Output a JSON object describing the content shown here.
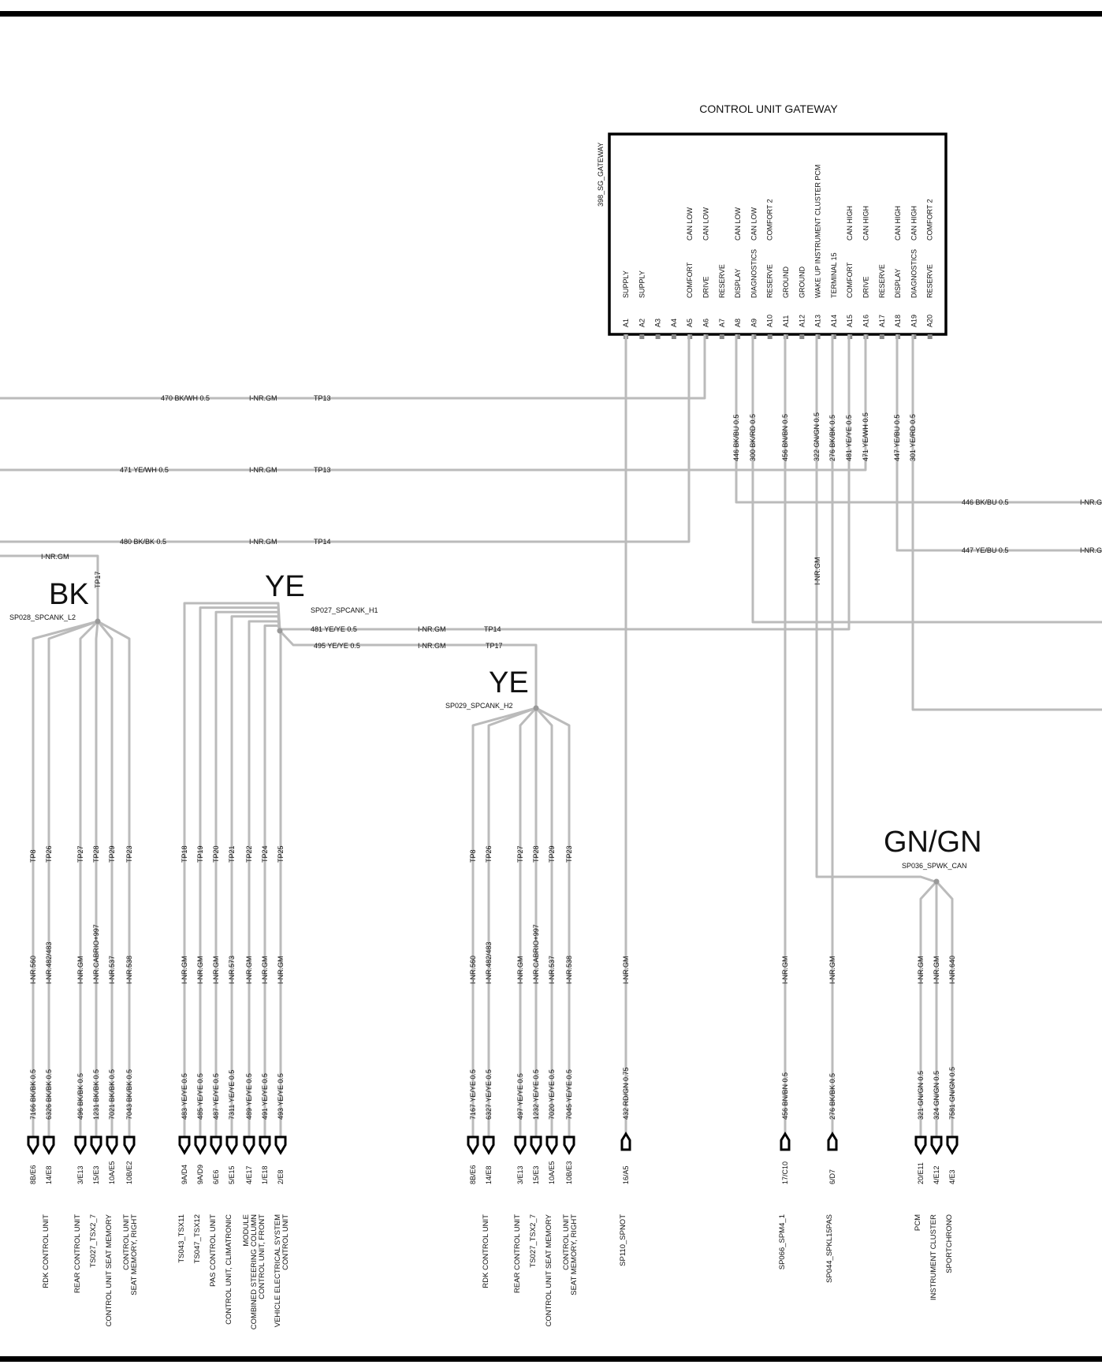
{
  "gateway": {
    "title": "CONTROL UNIT  GATEWAY",
    "code": "398_SG_GATEWAY",
    "pins": [
      {
        "pin": "A1",
        "name": "SUPPLY",
        "sub": ""
      },
      {
        "pin": "A2",
        "name": "SUPPLY",
        "sub": ""
      },
      {
        "pin": "A3",
        "name": "",
        "sub": ""
      },
      {
        "pin": "A4",
        "name": "",
        "sub": ""
      },
      {
        "pin": "A5",
        "name": "COMFORT",
        "sub": "CAN LOW"
      },
      {
        "pin": "A6",
        "name": "DRIVE",
        "sub": "CAN LOW"
      },
      {
        "pin": "A7",
        "name": "RESERVE",
        "sub": ""
      },
      {
        "pin": "A8",
        "name": "DISPLAY",
        "sub": "CAN LOW"
      },
      {
        "pin": "A9",
        "name": "DIAGNOSTICS",
        "sub": "CAN LOW"
      },
      {
        "pin": "A10",
        "name": "RESERVE",
        "sub": "COMFORT  2"
      },
      {
        "pin": "A11",
        "name": "GROUND",
        "sub": ""
      },
      {
        "pin": "A12",
        "name": "GROUND",
        "sub": ""
      },
      {
        "pin": "A13",
        "name": "WAKE UP INSTRUMENT CLUSTER PCM",
        "sub": ""
      },
      {
        "pin": "A14",
        "name": "TERMINAL 15",
        "sub": ""
      },
      {
        "pin": "A15",
        "name": "COMFORT",
        "sub": "CAN HIGH"
      },
      {
        "pin": "A16",
        "name": "DRIVE",
        "sub": "CAN HIGH"
      },
      {
        "pin": "A17",
        "name": "RESERVE",
        "sub": ""
      },
      {
        "pin": "A18",
        "name": "DISPLAY",
        "sub": "CAN HIGH"
      },
      {
        "pin": "A19",
        "name": "DIAGNOSTICS",
        "sub": "CAN HIGH"
      },
      {
        "pin": "A20",
        "name": "RESERVE",
        "sub": "COMFORT  2"
      }
    ]
  },
  "h_wires": [
    {
      "wire": "470 BK/WH 0.5",
      "conn": "I-NR.GM",
      "tp": "TP13"
    },
    {
      "wire": "471 YE/WH 0.5",
      "conn": "I-NR.GM",
      "tp": "TP13"
    },
    {
      "wire": "480 BK/BK 0.5",
      "conn": "I-NR.GM",
      "tp": "TP14"
    },
    {
      "wire": "481 YE/YE 0.5",
      "conn": "I-NR.GM",
      "tp": "TP14"
    },
    {
      "wire": "495 YE/YE 0.5",
      "conn": "I-NR.GM",
      "tp": "TP17"
    },
    {
      "wire": "446 BK/BU 0.5",
      "conn": "I-NR.G"
    },
    {
      "wire": "447 YE/BU 0.5",
      "conn": "I-NR.G"
    }
  ],
  "gw_wire_labels": [
    "446 BK/BU 0.5",
    "300 BK/RD 0.5",
    "456 BN/BN 0.5",
    "322 GN/GN 0.5",
    "276 BK/BK 0.5",
    "481 YE/YE 0.5",
    "471 YE/WH 0.5",
    "447 YE/BU 0.5",
    "301 YE/RD 0.5"
  ],
  "misc": {
    "tp17_vertical": "TP17",
    "conn_top_left": "I-NR.GM",
    "conn_mid_a13": "I-NR.GM"
  },
  "splices": {
    "bk": {
      "color": "BK",
      "name": "SP028_SPCANK_L2"
    },
    "ye1": {
      "color": "YE",
      "name": "SP027_SPCANK_H1"
    },
    "ye2": {
      "color": "YE",
      "name": "SP029_SPCANK_H2"
    },
    "gn": {
      "color": "GN/GN",
      "name": "SP036_SPWK_CAN"
    }
  },
  "branches": [
    {
      "tp": "TP8",
      "conn": "I-NR.560",
      "wire": "7166 BK/BK 0.5",
      "pin": "8B/E6"
    },
    {
      "tp": "TP26",
      "conn": "I-NR.482/483",
      "wire": "6326 BK/BK 0.5",
      "pin": "14/E8"
    },
    {
      "tp": "TP27",
      "conn": "I-NR.GM",
      "wire": "496 BK/BK 0.5",
      "pin": "3/E13"
    },
    {
      "tp": "TP28",
      "conn": "I-NR.CABRIO+997",
      "wire": "1231 BK/BK 0.5",
      "pin": "15/E3"
    },
    {
      "tp": "TP29",
      "conn": "I-NR.537",
      "wire": "7021 BK/BK 0.5",
      "pin": "10A/E5"
    },
    {
      "tp": "TP23",
      "conn": "I-NR.538",
      "wire": "7043 BK/BK 0.5",
      "pin": "10B/E2"
    },
    {
      "tp": "TP18",
      "conn": "I-NR.GM",
      "wire": "483 YE/YE 0.5",
      "pin": "9A/D4"
    },
    {
      "tp": "TP19",
      "conn": "I-NR.GM",
      "wire": "485 YE/YE 0.5",
      "pin": "9A/D9"
    },
    {
      "tp": "TP20",
      "conn": "I-NR.GM",
      "wire": "487 YE/YE 0.5",
      "pin": "6/E6"
    },
    {
      "tp": "TP21",
      "conn": "I-NR.573",
      "wire": "7311 YE/YE 0.5",
      "pin": "5/E15"
    },
    {
      "tp": "TP22",
      "conn": "I-NR.GM",
      "wire": "489 YE/YE 0.5",
      "pin": "4/E17"
    },
    {
      "tp": "TP24",
      "conn": "I-NR.GM",
      "wire": "491 YE/YE 0.5",
      "pin": "1/E18"
    },
    {
      "tp": "TP25",
      "conn": "I-NR.GM",
      "wire": "493 YE/YE 0.5",
      "pin": "2/E8"
    },
    {
      "tp": "TP8",
      "conn": "I-NR.560",
      "wire": "7167 YE/YE 0.5",
      "pin": "8B/E6"
    },
    {
      "tp": "TP26",
      "conn": "I-NR.482/483",
      "wire": "6327 YE/YE 0.5",
      "pin": "14/E8"
    },
    {
      "tp": "TP27",
      "conn": "I-NR.GM",
      "wire": "497 YE/YE 0.5",
      "pin": "3/E13"
    },
    {
      "tp": "TP28",
      "conn": "I-NR.CABRIO+997",
      "wire": "1232 YE/YE 0.5",
      "pin": "15/E3"
    },
    {
      "tp": "TP29",
      "conn": "I-NR.537",
      "wire": "7020 YE/YE 0.5",
      "pin": "10A/E5"
    },
    {
      "tp": "TP23",
      "conn": "I-NR.538",
      "wire": "7045 YE/YE 0.5",
      "pin": "10B/E3"
    },
    {
      "tp": "",
      "conn": "I-NR.GM",
      "wire": "432 RD/GN 0.75",
      "pin": "16/A5"
    },
    {
      "tp": "",
      "conn": "I-NR.GM",
      "wire": "456 BN/BN 0.5",
      "pin": "17/C10"
    },
    {
      "tp": "",
      "conn": "I-NR.GM",
      "wire": "276 BK/BK 0.5",
      "pin": "6/D7"
    },
    {
      "tp": "",
      "conn": "I-NR.GM",
      "wire": "321 GN/GN 0.5",
      "pin": "20/E11"
    },
    {
      "tp": "",
      "conn": "I-NR.GM",
      "wire": "324 GN/GN 0.5",
      "pin": "4/E12"
    },
    {
      "tp": "",
      "conn": "I-NR.640",
      "wire": "7581 GN/GN 0.5",
      "pin": "4/E3"
    }
  ],
  "components": [
    {
      "l1": "RDK CONTROL UNIT",
      "l2": ""
    },
    {
      "l1": "REAR CONTROL UNIT",
      "l2": ""
    },
    {
      "l1": "TS027_TSX2_7",
      "l2": ""
    },
    {
      "l1": "CONTROL UNIT SEAT MEMORY",
      "l2": ""
    },
    {
      "l1": "CONTROL UNIT",
      "l2": "SEAT MEMORY, RIGHT"
    },
    {
      "l1": "TS043_TSX11",
      "l2": ""
    },
    {
      "l1": "TS047_TSX12",
      "l2": ""
    },
    {
      "l1": "PAS CONTROL UNIT",
      "l2": ""
    },
    {
      "l1": "CONTROL UNIT, CLIMATRONIC",
      "l2": ""
    },
    {
      "l1": "MODULE",
      "l2": "COMBINED STEERING COLUMN"
    },
    {
      "l1": "CONTROL UNIT, FRONT",
      "l2": ""
    },
    {
      "l1": "VEHICLE ELECTRICAL SYSTEM",
      "l2": "CONTROL UNIT"
    },
    {
      "l1": "RDK CONTROL UNIT",
      "l2": ""
    },
    {
      "l1": "REAR CONTROL UNIT",
      "l2": ""
    },
    {
      "l1": "TS027_TSX2_7",
      "l2": ""
    },
    {
      "l1": "CONTROL UNIT   SEAT  MEMORY",
      "l2": ""
    },
    {
      "l1": "CONTROL UNIT",
      "l2": "SEAT MEMORY, RIGHT"
    },
    {
      "l1": "SP110_SPNOT",
      "l2": ""
    },
    {
      "l1": "SP066_SPM4_1",
      "l2": ""
    },
    {
      "l1": "SP044_SPKL15PAS",
      "l2": ""
    },
    {
      "l1": "PCM",
      "l2": ""
    },
    {
      "l1": "INSTRUMENT CLUSTER",
      "l2": ""
    },
    {
      "l1": "SPORTCHRONO",
      "l2": ""
    }
  ]
}
